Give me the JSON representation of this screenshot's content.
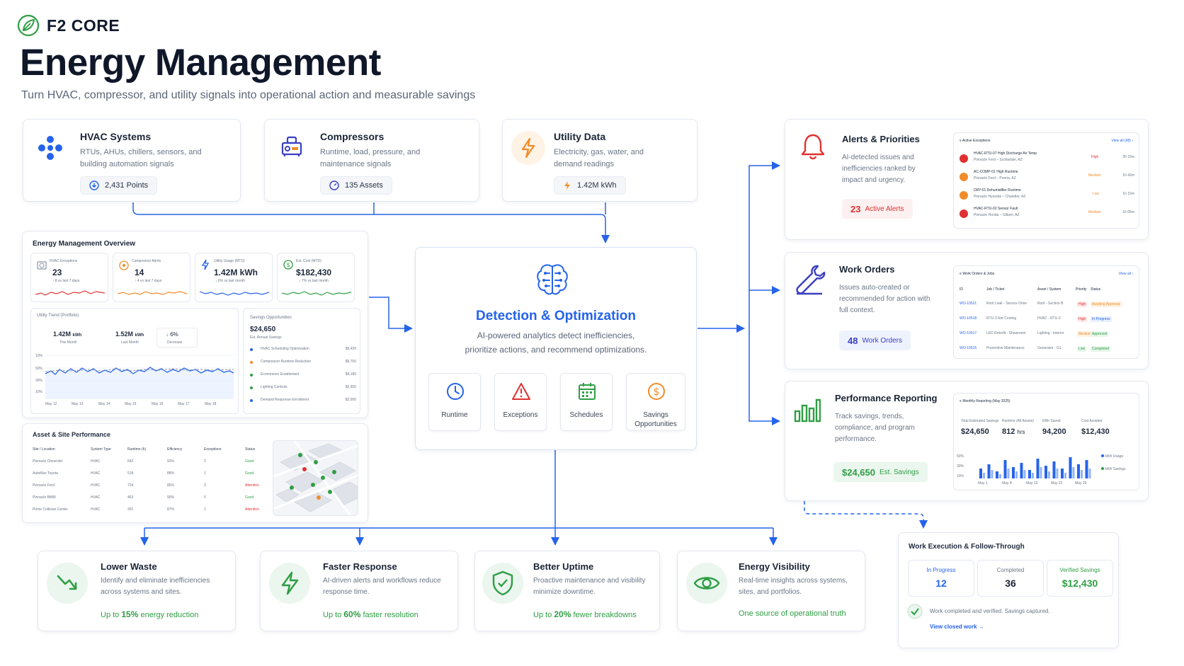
{
  "brand": {
    "name": "F2 CORE"
  },
  "header": {
    "title": "Energy Management",
    "subtitle": "Turn HVAC, compressor, and utility signals into operational action and measurable savings"
  },
  "sources": [
    {
      "title": "HVAC Systems",
      "desc": "RTUs, AHUs, chillers, sensors, and building automation signals",
      "pill": "2,431 Points"
    },
    {
      "title": "Compressors",
      "desc": "Runtime, load, pressure, and maintenance signals",
      "pill": "135 Assets"
    },
    {
      "title": "Utility Data",
      "desc": "Electricity, gas, water, and demand readings",
      "pill": "1.42M kWh"
    }
  ],
  "overview": {
    "title": "Energy Management Overview",
    "kpis": [
      {
        "label": "HVAC Exceptions",
        "value": "23",
        "delta": "8 vs last 7 days"
      },
      {
        "label": "Compressor Alerts",
        "value": "14",
        "delta": "4 vs last 7 days"
      },
      {
        "label": "Utility Usage (MTD)",
        "value": "1.42M kWh",
        "delta": "6% vs last month"
      },
      {
        "label": "Est. Cost (MTD)",
        "value": "$182,430",
        "delta": "7% vs last month"
      }
    ],
    "trend": {
      "title": "Utility Trend (Portfolio)",
      "this_value": "1.42M",
      "this_unit": "kWh",
      "this_label": "This Month",
      "last_value": "1.52M",
      "last_unit": "kWh",
      "last_label": "Last Month",
      "change_value": "6%",
      "change_label": "Decrease",
      "y_ticks": [
        "10%",
        "50%",
        "30%",
        "10%"
      ],
      "x_ticks": [
        "May 12",
        "May 13",
        "May 14",
        "May 15",
        "May 16",
        "May 17",
        "May 18"
      ]
    },
    "savings": {
      "title": "Savings Opportunities",
      "value": "$24,650",
      "sub": "Est. Annual Savings",
      "items": [
        {
          "label": "HVAC Scheduling Optimization",
          "value": "$9,420",
          "color": "#2563eb"
        },
        {
          "label": "Compressor Runtime Reduction",
          "value": "$6,750",
          "color": "#f08c2a"
        },
        {
          "label": "Economizer Enablement",
          "value": "$4,180",
          "color": "#2f9e44"
        },
        {
          "label": "Lighting Controls",
          "value": "$2,300",
          "color": "#2f9e44"
        },
        {
          "label": "Demand Response Enrollment",
          "value": "$2,000",
          "color": "#2563eb"
        }
      ]
    }
  },
  "asset_table": {
    "title": "Asset & Site Performance",
    "headers": [
      "Site / Location",
      "System Type",
      "Runtime (h)",
      "Efficiency",
      "Exceptions",
      "Status"
    ],
    "rows": [
      [
        "Pinnacle Chevrolet",
        "HVAC",
        "642",
        "92%",
        "2",
        "Good"
      ],
      [
        "AutoMax Toyota",
        "HVAC",
        "518",
        "88%",
        "1",
        "Good"
      ],
      [
        "Pinnacle Ford",
        "HVAC",
        "724",
        "85%",
        "3",
        "Attention"
      ],
      [
        "Pinnacle BMW",
        "HVAC",
        "463",
        "90%",
        "0",
        "Good"
      ],
      [
        "Prime Collision Center",
        "HVAC",
        "301",
        "87%",
        "1",
        "Attention"
      ]
    ]
  },
  "detection": {
    "title": "Detection & Optimization",
    "desc1": "AI-powered analytics detect inefficiencies,",
    "desc2": "prioritize actions, and recommend optimizations.",
    "features": [
      "Runtime",
      "Exceptions",
      "Schedules",
      "Savings Opportunities"
    ]
  },
  "alerts": {
    "title": "Alerts & Priorities",
    "desc": "AI-detected issues and inefficiencies ranked by impact and urgency.",
    "count": "23",
    "count_label": "Active Alerts",
    "panel_title": "Active Exceptions",
    "panel_link": "View all (48)",
    "items": [
      {
        "name": "HVAC-RTU-07 High Discharge Air Temp",
        "site": "Pinnacle Ford – Scottsdale, AZ",
        "level": "High",
        "age": "2h 15m",
        "color": "#e03131"
      },
      {
        "name": "AC-COMP-01 High Runtime",
        "site": "Pinnacle Ford – Peoria, AZ",
        "level": "Medium",
        "age": "1h 42m",
        "color": "#f08c2a"
      },
      {
        "name": "DRY-01 Dehumidifier Runtime",
        "site": "Pinnacle Hyundai – Chandler, AZ",
        "level": "Low",
        "age": "1h 15m",
        "color": "#f08c2a"
      },
      {
        "name": "HVAC-RTU-02 Sensor Fault",
        "site": "Pinnacle Honda – Gilbert, AZ",
        "level": "Medium",
        "age": "1h 05m",
        "color": "#e03131"
      }
    ]
  },
  "work_orders": {
    "title": "Work Orders",
    "desc": "Issues auto-created or recommended for action with full context.",
    "count": "48",
    "count_label": "Work Orders",
    "panel_title": "Work Orders & Jobs",
    "panel_link": "View all",
    "headers": [
      "ID",
      "Job / Ticket",
      "Asset / System",
      "Priority",
      "Status"
    ],
    "rows": [
      {
        "id": "WO-10521",
        "job": "Roof Leak - Service Drive",
        "asset": "Roof - Section B",
        "priority": "High",
        "status": "Awaiting Approval"
      },
      {
        "id": "WO-10518",
        "job": "RTU-3 Not Cooling",
        "asset": "HVAC - RTU-3",
        "priority": "High",
        "status": "In Progress"
      },
      {
        "id": "WO-10517",
        "job": "LED Retrofit - Showroom",
        "asset": "Lighting - Interior",
        "priority": "Medium",
        "status": "Approved"
      },
      {
        "id": "WO-10515",
        "job": "Preventive Maintenance",
        "asset": "Generator - G1",
        "priority": "Low",
        "status": "Completed"
      }
    ]
  },
  "reporting": {
    "title": "Performance Reporting",
    "desc": "Track savings, trends, compliance, and program performance.",
    "badge_value": "$24,650",
    "badge_label": "Est. Savings",
    "panel_title": "Monthly Reporting (May 2025)",
    "stats": [
      {
        "label": "Total Estimated Savings",
        "value": "$24,650"
      },
      {
        "label": "Runtime (All Assets)",
        "value": "812",
        "unit": "hrs"
      },
      {
        "label": "kWh Saved",
        "value": "94,200"
      },
      {
        "label": "Cost Avoided",
        "value": "$12,430"
      }
    ],
    "y_ticks": [
      "50%",
      "30%",
      "10%"
    ],
    "x_ticks": [
      "May 1",
      "May 8",
      "May 15",
      "May 22",
      "May 29"
    ],
    "legend": [
      "kWh Usage",
      "kWh Savings"
    ]
  },
  "execution": {
    "title": "Work Execution & Follow-Through",
    "stats": [
      {
        "label": "In Progress",
        "value": "12"
      },
      {
        "label": "Completed",
        "value": "36"
      },
      {
        "label": "Verified Savings",
        "value": "$12,430"
      }
    ],
    "note": "Work completed and verified. Savings captured.",
    "link": "View closed work"
  },
  "benefits": [
    {
      "title": "Lower Waste",
      "desc": "Identify and eliminate inefficiencies across systems and sites.",
      "pre": "Up to",
      "highlight": "15%",
      "post": "energy reduction"
    },
    {
      "title": "Faster Response",
      "desc": "AI-driven alerts and workflows reduce response time.",
      "pre": "Up to",
      "highlight": "60%",
      "post": "faster resolution"
    },
    {
      "title": "Better Uptime",
      "desc": "Proactive maintenance and visibility minimize downtime.",
      "pre": "Up to",
      "highlight": "20%",
      "post": "fewer breakdowns"
    },
    {
      "title": "Energy Visibility",
      "desc": "Real-time insights across systems, sites, and portfolios.",
      "pre": "",
      "highlight": "",
      "post": "One source of operational truth"
    }
  ],
  "colors": {
    "primary": "#2563eb",
    "green": "#2f9e44",
    "red": "#e03131",
    "orange": "#f08c2a",
    "navy": "#111a2e"
  }
}
